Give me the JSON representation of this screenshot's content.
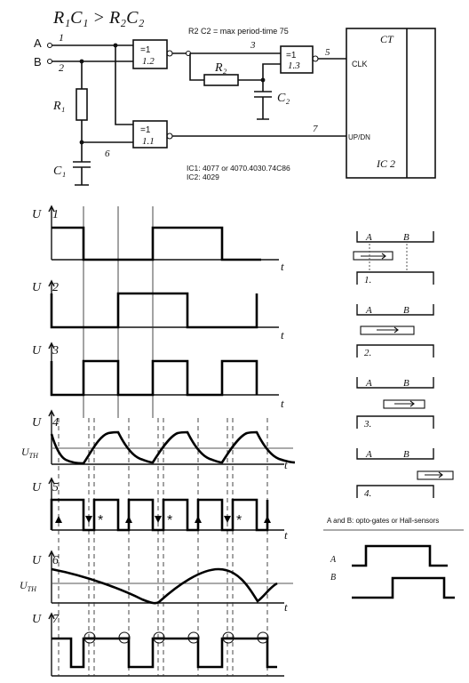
{
  "schematic": {
    "top_formula": "R₁C₁ > R₂C₂",
    "note": "R2 C2 = max period-time 75",
    "inputs": {
      "a_letter": "A",
      "a_pin": "1",
      "b_letter": "B",
      "b_pin": "2"
    },
    "gates": {
      "g1_sym": "=1",
      "g1_name": "1.2",
      "g2_sym": "=1",
      "g2_name": "1.3",
      "g3_sym": "=1",
      "g3_name": "1.1"
    },
    "components": {
      "r1": "R₁",
      "c1": "C₁",
      "r2": "R₂",
      "c2": "C₂"
    },
    "nodes": {
      "n3": "3",
      "n5": "5",
      "n6": "6",
      "n7": "7"
    },
    "counter": {
      "ct": "CT",
      "name": "IC 2",
      "clk": "CLK",
      "updn": "UP/DN"
    },
    "ic_note_1": "IC1: 4077 or 4070.4030.74C86",
    "ic_note_2": "IC2: 4029"
  },
  "waveforms": {
    "axis_label": "U",
    "time_label": "t",
    "threshold_label": "UTH",
    "threshold_label_main": "U",
    "threshold_label_sub": "TH",
    "labels": [
      "1",
      "2",
      "3",
      "4",
      "5",
      "6",
      "7"
    ],
    "star_marker": "*"
  },
  "sensor_panel": {
    "steps": [
      {
        "a": "A",
        "b": "B",
        "num": "1."
      },
      {
        "a": "A",
        "b": "B",
        "num": "2."
      },
      {
        "a": "A",
        "b": "B",
        "num": "3."
      },
      {
        "a": "A",
        "b": "B",
        "num": "4."
      }
    ],
    "caption": "A and B: opto-gates or Hall-sensors",
    "timing_a": "A",
    "timing_b": "B"
  }
}
